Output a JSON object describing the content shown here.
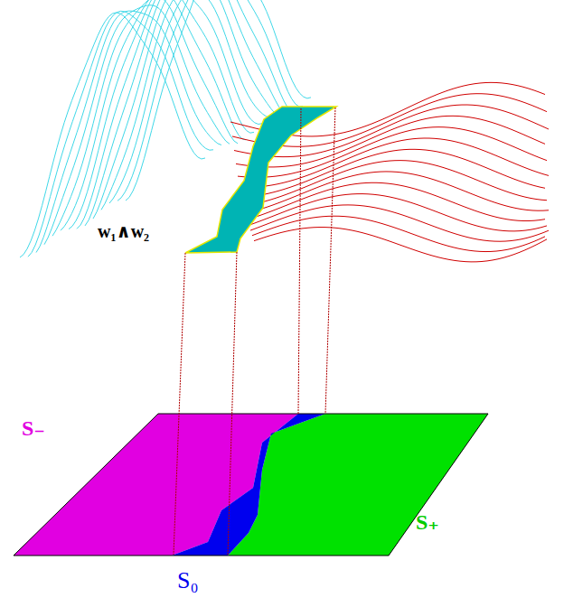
{
  "diagram": {
    "labels": [
      "w₁∧w₂",
      "S₋",
      "S₊",
      "S₀"
    ]
  }
}
